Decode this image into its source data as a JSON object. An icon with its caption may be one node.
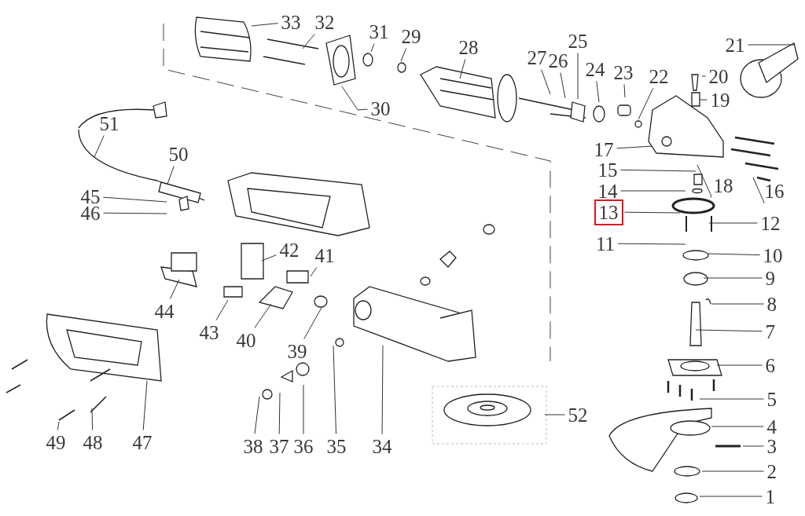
{
  "diagram": {
    "nodes": [
      {
        "text": [
          "1"
        ]
      },
      {
        "text": [
          "2"
        ]
      },
      {
        "text": [
          "3"
        ]
      },
      {
        "text": [
          "4"
        ]
      },
      {
        "text": [
          "5"
        ]
      },
      {
        "text": [
          "6"
        ]
      },
      {
        "text": [
          "7"
        ]
      },
      {
        "text": [
          "8"
        ]
      },
      {
        "text": [
          "9"
        ]
      },
      {
        "text": [
          "10"
        ]
      },
      {
        "text": [
          "11"
        ]
      },
      {
        "text": [
          "12"
        ]
      },
      {
        "text": [
          "13"
        ]
      },
      {
        "text": [
          "14"
        ]
      },
      {
        "text": [
          "15"
        ]
      },
      {
        "text": [
          "16"
        ]
      },
      {
        "text": [
          "17"
        ]
      },
      {
        "text": [
          "18"
        ]
      },
      {
        "text": [
          "19"
        ]
      },
      {
        "text": [
          "20"
        ]
      },
      {
        "text": [
          "21"
        ]
      },
      {
        "text": [
          "22"
        ]
      },
      {
        "text": [
          "23"
        ]
      },
      {
        "text": [
          "24"
        ]
      },
      {
        "text": [
          "25"
        ]
      },
      {
        "text": [
          "26"
        ]
      },
      {
        "text": [
          "27"
        ]
      },
      {
        "text": [
          "28"
        ]
      },
      {
        "text": [
          "29"
        ]
      },
      {
        "text": [
          "30"
        ]
      },
      {
        "text": [
          "31"
        ]
      },
      {
        "text": [
          "32"
        ]
      },
      {
        "text": [
          "33"
        ]
      },
      {
        "text": [
          "34"
        ]
      },
      {
        "text": [
          "35"
        ]
      },
      {
        "text": [
          "36"
        ]
      },
      {
        "text": [
          "37"
        ]
      },
      {
        "text": [
          "38"
        ]
      },
      {
        "text": [
          "39"
        ]
      },
      {
        "text": [
          "40"
        ]
      },
      {
        "text": [
          "41"
        ]
      },
      {
        "text": [
          "42"
        ]
      },
      {
        "text": [
          "43"
        ]
      },
      {
        "text": [
          "44"
        ]
      },
      {
        "text": [
          "45"
        ]
      },
      {
        "text": [
          "46"
        ]
      },
      {
        "text": [
          "47"
        ]
      },
      {
        "text": [
          "48"
        ]
      },
      {
        "text": [
          "49"
        ]
      },
      {
        "text": [
          "50"
        ]
      },
      {
        "text": [
          "51"
        ]
      },
      {
        "text": [
          "52"
        ]
      }
    ],
    "edges": [
      {
        "from": 0,
        "to": null,
        "arrow": "none"
      },
      {
        "from": 1,
        "to": null,
        "arrow": "none"
      },
      {
        "from": 2,
        "to": null,
        "arrow": "none"
      },
      {
        "from": 3,
        "to": null,
        "arrow": "none"
      },
      {
        "from": 4,
        "to": null,
        "arrow": "none"
      },
      {
        "from": 5,
        "to": null,
        "arrow": "none"
      },
      {
        "from": 6,
        "to": null,
        "arrow": "none"
      },
      {
        "from": 7,
        "to": null,
        "arrow": "none"
      },
      {
        "from": 8,
        "to": null,
        "arrow": "none"
      },
      {
        "from": 9,
        "to": null,
        "arrow": "none"
      },
      {
        "from": 10,
        "to": null,
        "arrow": "none"
      },
      {
        "from": 11,
        "to": null,
        "arrow": "none"
      },
      {
        "from": 12,
        "to": null,
        "arrow": "none"
      },
      {
        "from": 13,
        "to": null,
        "arrow": "none"
      },
      {
        "from": 14,
        "to": null,
        "arrow": "none"
      },
      {
        "from": 15,
        "to": null,
        "arrow": "none"
      },
      {
        "from": 16,
        "to": null,
        "arrow": "none"
      },
      {
        "from": 17,
        "to": null,
        "arrow": "none"
      },
      {
        "from": 18,
        "to": null,
        "arrow": "none"
      },
      {
        "from": 19,
        "to": null,
        "arrow": "none"
      },
      {
        "from": 20,
        "to": null,
        "arrow": "none"
      },
      {
        "from": 21,
        "to": null,
        "arrow": "none"
      },
      {
        "from": 22,
        "to": null,
        "arrow": "none"
      },
      {
        "from": 23,
        "to": null,
        "arrow": "none"
      },
      {
        "from": 24,
        "to": null,
        "arrow": "none"
      },
      {
        "from": 25,
        "to": null,
        "arrow": "none"
      },
      {
        "from": 26,
        "to": null,
        "arrow": "none"
      },
      {
        "from": 27,
        "to": null,
        "arrow": "none"
      },
      {
        "from": 28,
        "to": null,
        "arrow": "none"
      },
      {
        "from": 29,
        "to": null,
        "arrow": "none"
      },
      {
        "from": 30,
        "to": null,
        "arrow": "none"
      },
      {
        "from": 31,
        "to": null,
        "arrow": "none"
      },
      {
        "from": 32,
        "to": null,
        "arrow": "none"
      },
      {
        "from": 33,
        "to": null,
        "arrow": "none"
      },
      {
        "from": 34,
        "to": null,
        "arrow": "none"
      },
      {
        "from": 35,
        "to": null,
        "arrow": "none"
      },
      {
        "from": 36,
        "to": null,
        "arrow": "none"
      },
      {
        "from": 37,
        "to": null,
        "arrow": "none"
      },
      {
        "from": 38,
        "to": null,
        "arrow": "none"
      },
      {
        "from": 39,
        "to": null,
        "arrow": "none"
      },
      {
        "from": 40,
        "to": null,
        "arrow": "none"
      },
      {
        "from": 41,
        "to": null,
        "arrow": "none"
      },
      {
        "from": 42,
        "to": null,
        "arrow": "none"
      },
      {
        "from": 43,
        "to": null,
        "arrow": "none"
      },
      {
        "from": 44,
        "to": null,
        "arrow": "none"
      },
      {
        "from": 45,
        "to": null,
        "arrow": "none"
      },
      {
        "from": 46,
        "to": null,
        "arrow": "none"
      },
      {
        "from": 47,
        "to": null,
        "arrow": "none"
      },
      {
        "from": 48,
        "to": null,
        "arrow": "none"
      },
      {
        "from": 49,
        "to": null,
        "arrow": "none"
      },
      {
        "from": 50,
        "to": null,
        "arrow": "none"
      },
      {
        "from": 51,
        "to": null,
        "arrow": "none"
      }
    ]
  }
}
